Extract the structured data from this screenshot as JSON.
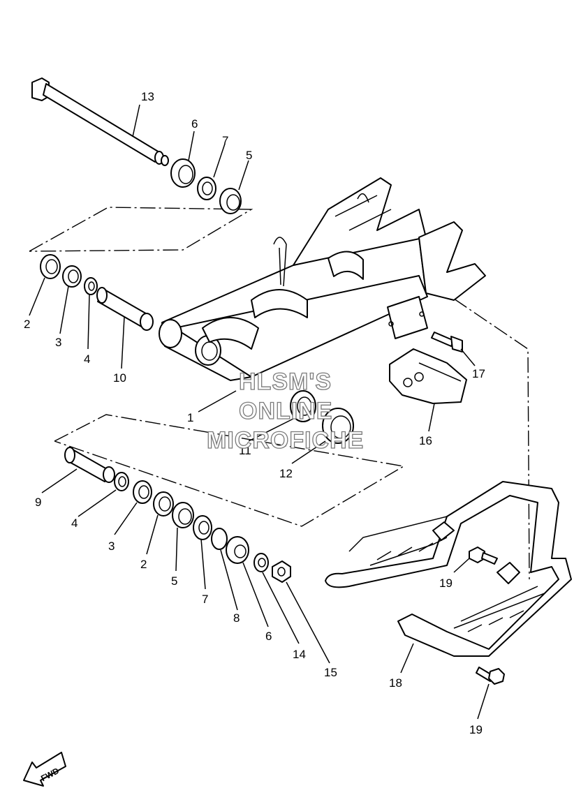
{
  "callouts": {
    "c1": "1",
    "c2a": "2",
    "c2b": "2",
    "c3a": "3",
    "c3b": "3",
    "c4a": "4",
    "c4b": "4",
    "c5a": "5",
    "c5b": "5",
    "c6a": "6",
    "c6b": "6",
    "c7a": "7",
    "c7b": "7",
    "c8": "8",
    "c9": "9",
    "c10": "10",
    "c11": "11",
    "c12": "12",
    "c13": "13",
    "c14": "14",
    "c15": "15",
    "c16": "16",
    "c17": "17",
    "c18": "18",
    "c19a": "19",
    "c19b": "19"
  },
  "watermark": {
    "line1": "HLSM'S",
    "line2": "ONLINE",
    "line3": "MICROFICHE"
  },
  "fwd_label": "FWD"
}
